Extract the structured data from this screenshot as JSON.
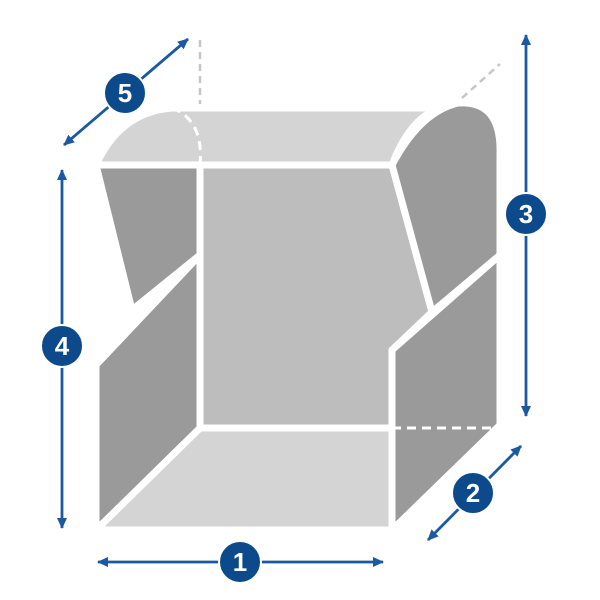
{
  "colors": {
    "dimension_line": "#1b5aa0",
    "badge_fill": "#0c4a8c",
    "badge_text": "#ffffff",
    "face_light": "#d4d4d4",
    "face_medium": "#bdbdbd",
    "face_dark": "#9a9a9a",
    "edge": "#ffffff",
    "guide": "#c6c6c6"
  },
  "dimensions": [
    {
      "id": "width",
      "label": "1"
    },
    {
      "id": "depth",
      "label": "2"
    },
    {
      "id": "right-height",
      "label": "3"
    },
    {
      "id": "left-height",
      "label": "4"
    },
    {
      "id": "lid-depth",
      "label": "5"
    }
  ]
}
